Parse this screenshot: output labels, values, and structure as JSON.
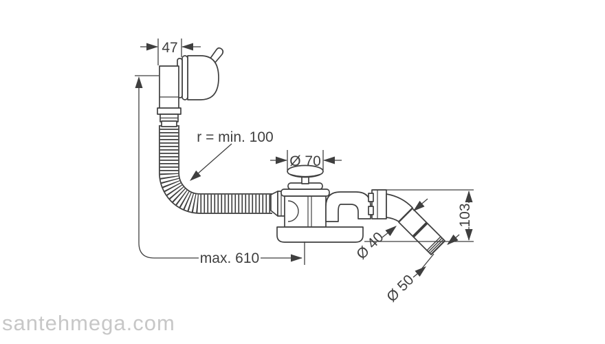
{
  "colors": {
    "line": "#3f3f3f",
    "text": "#3f3f3f",
    "watermark": "#c7c7c7",
    "background": "#ffffff"
  },
  "dims": {
    "overflow_width": "47",
    "hose_bend_radius": "r = min. 100",
    "waste_plug_diameter": "Ø 70",
    "max_hose_length": "max. 610",
    "outlet_pipe_diameter": "Ø 40",
    "outlet_end_diameter": "Ø 50",
    "outlet_drop_height": "103"
  },
  "watermark": "santehmega.com"
}
